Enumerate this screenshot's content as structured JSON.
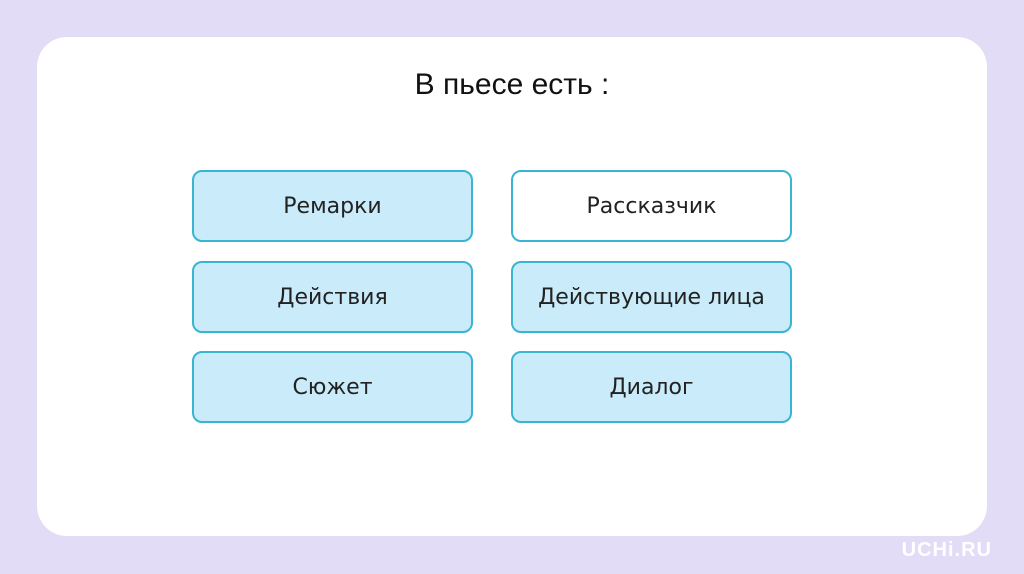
{
  "slide": {
    "title": "В пьесе есть :",
    "options": [
      {
        "label": "Ремарки",
        "selected": true
      },
      {
        "label": "Рассказчик",
        "selected": false
      },
      {
        "label": "Действия",
        "selected": true
      },
      {
        "label": "Действующие лица",
        "selected": true
      },
      {
        "label": "Сюжет",
        "selected": true
      },
      {
        "label": "Диалог",
        "selected": true
      }
    ]
  },
  "watermark": "UCHi.RU",
  "colors": {
    "page_background": "#e2dcf7",
    "card_background": "#ffffff",
    "option_selected_fill": "#c9ebfa",
    "option_border": "#39b4d2"
  }
}
